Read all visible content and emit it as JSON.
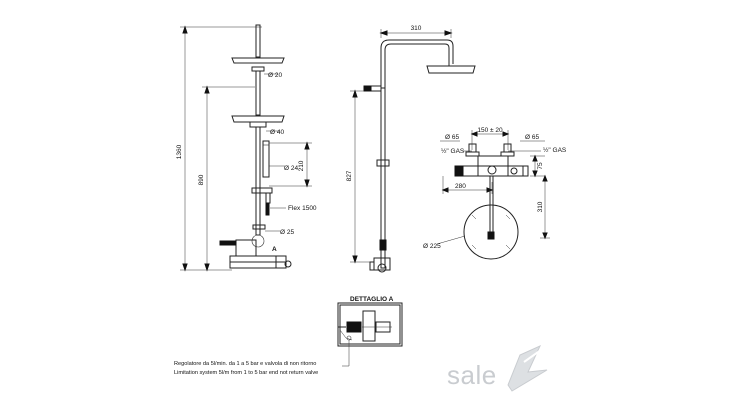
{
  "dims": {
    "total_height": "1360",
    "column_height": "890",
    "bar_height": "827",
    "d20": "Ø 20",
    "d40": "Ø 40",
    "d24": "Ø 24",
    "h210": "210",
    "flex": "Flex 1500",
    "d25": "Ø 25",
    "callout_a": "A",
    "arm_310": "310",
    "d65_left": "Ø 65",
    "d65_right": "Ø 65",
    "spacing": "150 ± 20",
    "gas_left": "½\" GAS",
    "gas_right": "½\" GAS",
    "h75": "75",
    "w280": "280",
    "h310": "310",
    "d225": "Ø 225"
  },
  "detail": {
    "title": "DETTAGLIO A"
  },
  "notes": {
    "italian": "Regolatore da 5l/min. da 1 a 5 bar e valvola di non ritorno",
    "english": "Limitation system 5l/m from 1 to 5 bar end not return valve"
  },
  "watermark": {
    "brand": "sale"
  }
}
